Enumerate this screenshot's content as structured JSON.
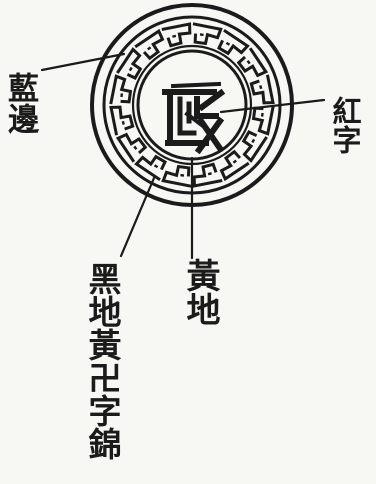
{
  "labels": {
    "blue_edge": "藍邊",
    "red_character": "紅字",
    "yellow_ground": "黃地",
    "black_ground_pattern": "黑地黃卍字錦"
  },
  "emblem": {
    "center_glyph_name": "zheng-seal-character",
    "pattern_name": "meander-fret-border",
    "colors": {
      "ink": "#1b1b1b",
      "paper": "#f7f7f4"
    }
  }
}
